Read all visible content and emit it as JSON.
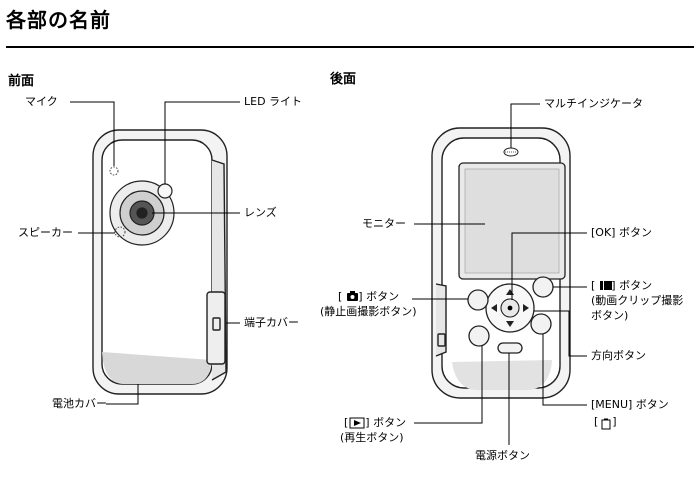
{
  "page": {
    "title": "各部の名前"
  },
  "front": {
    "heading": "前面",
    "labels": {
      "mic": "マイク",
      "led": "LED ライト",
      "speaker": "スピーカー",
      "lens": "レンズ",
      "terminal_cover": "端子カバー",
      "battery_cover": "電池カバー"
    }
  },
  "back": {
    "heading": "後面",
    "labels": {
      "multi_indicator": "マルチインジケータ",
      "monitor": "モニター",
      "ok_button": "[OK] ボタン",
      "camera_button_line1_pre": "[",
      "camera_button_line1_post": "] ボタン",
      "camera_button_line2": "(静止画撮影ボタン)",
      "video_button_line1_pre": "[",
      "video_button_line1_post": "] ボタン",
      "video_button_line2": "(動画クリップ撮影",
      "video_button_line3": "ボタン)",
      "direction_button": "方向ボタン",
      "menu_button_line1": "[MENU] ボタン",
      "menu_button_line2_pre": "[",
      "menu_button_line2_post": "]",
      "play_button_line1_pre": "[",
      "play_button_line1_post": "] ボタン",
      "play_button_line2": "(再生ボタン)",
      "power_button": "電源ボタン"
    }
  }
}
